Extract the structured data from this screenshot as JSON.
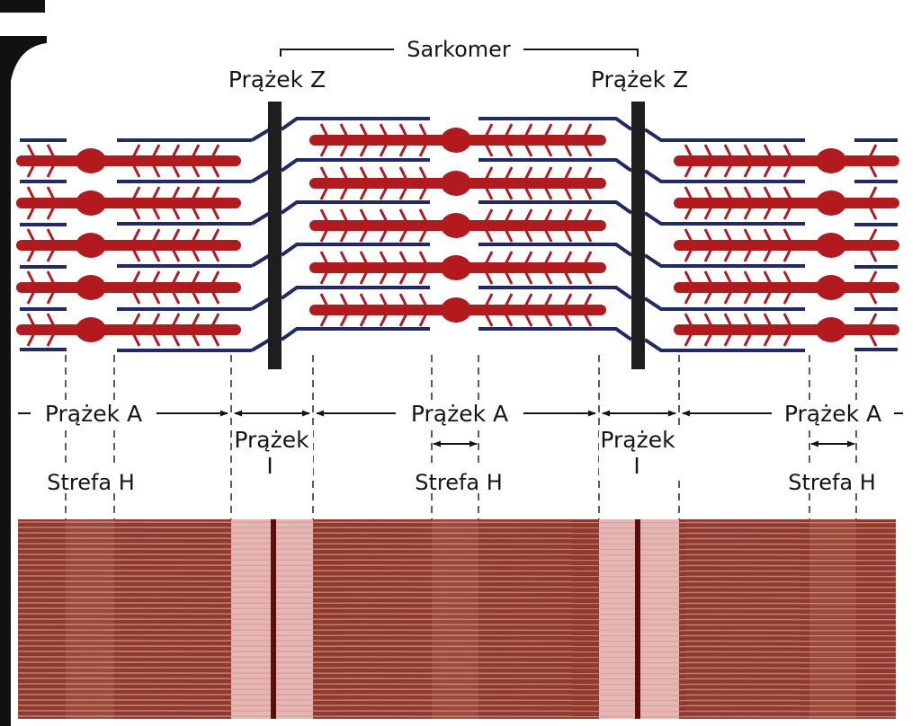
{
  "labels": {
    "sarcomere": "Sarkomer",
    "z_line": "Prążek Z",
    "a_band": "Prążek A",
    "i_band": "Prążek",
    "i_band_letter": "I",
    "h_zone": "Strefa H"
  },
  "colors": {
    "background": "#ffffff",
    "corner_bar": "#111111",
    "thick_filament": "#b31a1e",
    "myosin_head": "#b31a1e",
    "thin_filament": "#1f2a6b",
    "z_disc": "#1e1e1e",
    "dashed_guide": "#333333",
    "arrow": "#151515",
    "texture_dark_band": "#8e3a2e",
    "texture_light_band": "#e6b6b4",
    "texture_stripe": "#d89a90",
    "texture_z_line": "#5a0f0d"
  }
}
